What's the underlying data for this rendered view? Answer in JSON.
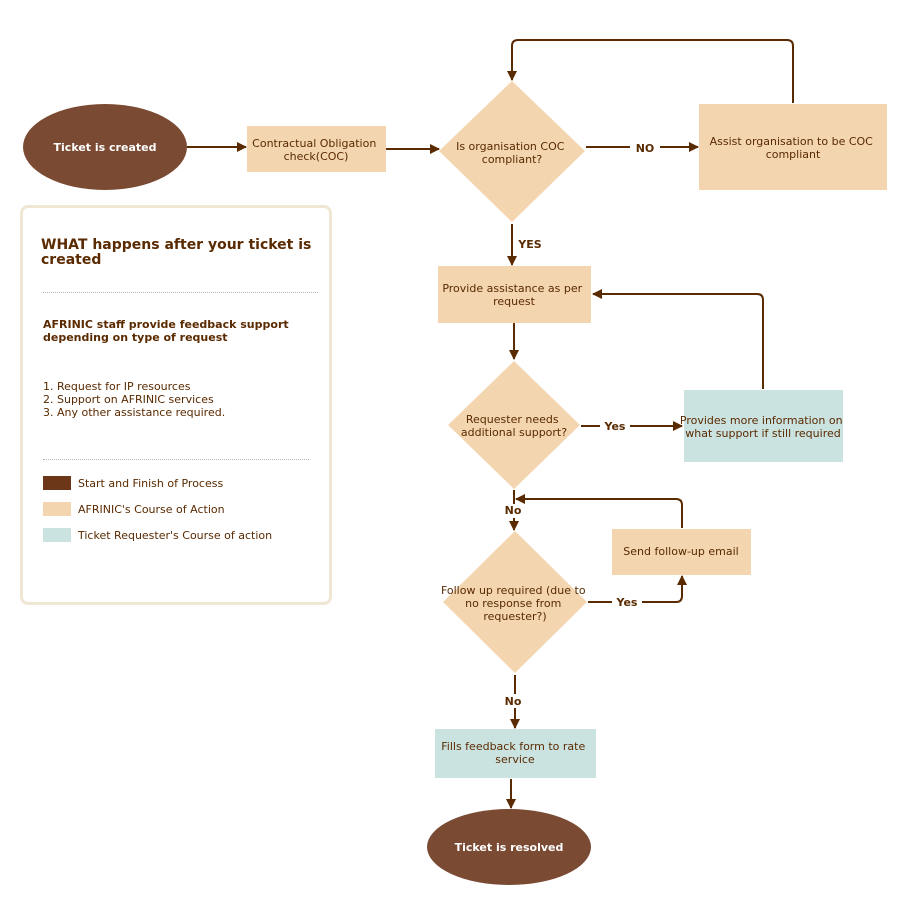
{
  "colors": {
    "start_finish": "#6b3718",
    "afrinic": "#f3d5b0",
    "requester": "#cbe3e0",
    "arrow": "#5a2a00",
    "text": "#5a2a00"
  },
  "nodes": {
    "ticket_created": "Ticket is created",
    "coc_check": [
      "Contractual Obligation",
      "check(COC)"
    ],
    "coc_compliant": [
      "Is organisation COC",
      "compliant?"
    ],
    "assist_org": [
      "Assist organisation to be COC",
      "compliant"
    ],
    "provide_assistance": [
      "Provide assistance as per",
      "request"
    ],
    "needs_support": [
      "Requester needs",
      "additional support?"
    ],
    "more_info": [
      "Provides more information on",
      "what support if still required"
    ],
    "follow_up": [
      "Follow up required (due to",
      "no response from",
      "requester?)"
    ],
    "send_email": "Send follow-up email",
    "feedback_form": [
      "Fills feedback form to rate",
      "service"
    ],
    "ticket_resolved": "Ticket is resolved"
  },
  "edge_labels": {
    "no_coc": "NO",
    "yes_coc": "YES",
    "yes_support": "Yes",
    "no_support": "No",
    "yes_follow": "Yes",
    "no_follow": "No"
  },
  "legend": {
    "title": "WHAT happens after your ticket is created",
    "subtitle": "AFRINIC staff provide feedback support depending on type of request",
    "items": [
      "1. Request for  IP resources",
      "2. Support on AFRINIC services",
      "3. Any other assistance required."
    ],
    "key": [
      {
        "label": "Start and Finish of Process",
        "color": "#6b3718"
      },
      {
        "label": "AFRINIC's Course of Action",
        "color": "#f3d5b0"
      },
      {
        "label": "Ticket Requester's Course of action",
        "color": "#cbe3e0"
      }
    ]
  }
}
